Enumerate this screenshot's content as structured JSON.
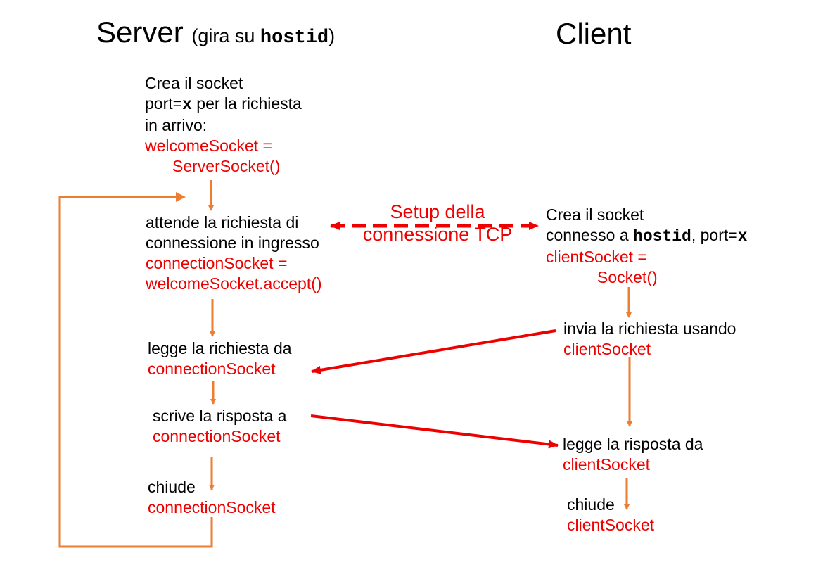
{
  "colors": {
    "flow": "#ed7d31",
    "message": "#ee0000",
    "code_text": "#ee0000"
  },
  "headings": {
    "server": {
      "title": "Server",
      "note_pre": "(gira su ",
      "note_host": "hostid",
      "note_post": ")"
    },
    "client": {
      "title": "Client"
    }
  },
  "server_steps": {
    "create": {
      "line1": "Crea il socket",
      "line2_pre": "port=",
      "line2_var": "x",
      "line2_post": " per la richiesta",
      "line3": "in arrivo:",
      "code1": "welcomeSocket =",
      "code2": "ServerSocket()"
    },
    "wait": {
      "line1": "attende la richiesta di",
      "line2": "connessione in ingresso",
      "code1": "connectionSocket =",
      "code2": "welcomeSocket.accept()"
    },
    "read": {
      "line1": "legge la richiesta da",
      "code1": "connectionSocket"
    },
    "write": {
      "line1": "scrive la risposta a",
      "code1": "connectionSocket"
    },
    "close": {
      "line1": "chiude",
      "code1": "connectionSocket"
    }
  },
  "client_steps": {
    "create": {
      "line1": "Crea il socket",
      "line2_pre": "connesso a ",
      "line2_host": "hostid",
      "line2_mid": ", port=",
      "line2_var": "x",
      "code1": "clientSocket =",
      "code2": "Socket()"
    },
    "send": {
      "line1": "invia la richiesta usando",
      "code1": "clientSocket"
    },
    "read": {
      "line1": "legge la risposta da",
      "code1": "clientSocket"
    },
    "close": {
      "line1": "chiude",
      "code1": "clientSocket"
    }
  },
  "connection_label": {
    "line1": "Setup della",
    "line2": "connessione TCP"
  }
}
